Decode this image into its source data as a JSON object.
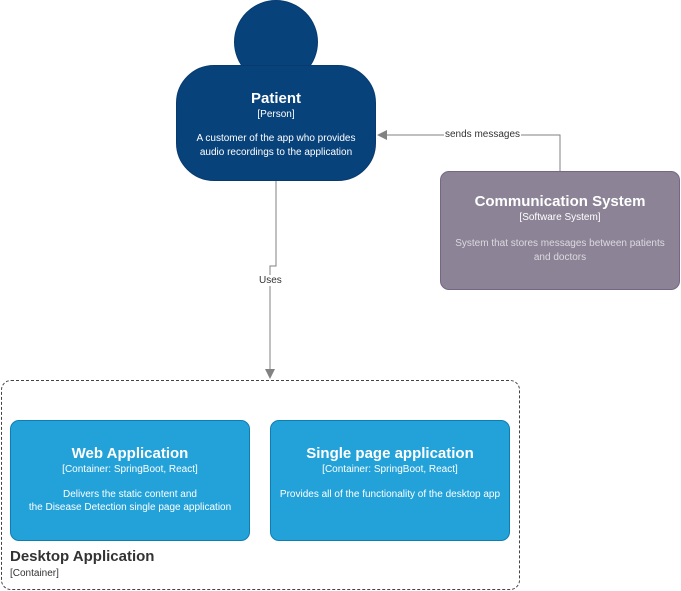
{
  "patient": {
    "name": "Patient",
    "type": "[Person]",
    "description": "A customer of the app who provides audio recordings to the application"
  },
  "communication_system": {
    "name": "Communication System",
    "type": "[Software System]",
    "description": "System that stores messages between patients and doctors"
  },
  "desktop_application": {
    "name": "Desktop Application",
    "type": "[Container]"
  },
  "web_application": {
    "name": "Web Application",
    "type": "[Container: SpringBoot, React]",
    "description": "Delivers the static content and\nthe Disease Detection single page application"
  },
  "single_page_application": {
    "name": "Single page application",
    "type": "[Container: SpringBoot, React]",
    "description": "Provides all of the functionality of the desktop app"
  },
  "relationships": {
    "uses": "Uses",
    "sends_messages": "sends messages"
  },
  "colors": {
    "person": "#08427b",
    "external_system": "#8c8496",
    "container": "#23a2d9",
    "arrow": "#828282"
  }
}
